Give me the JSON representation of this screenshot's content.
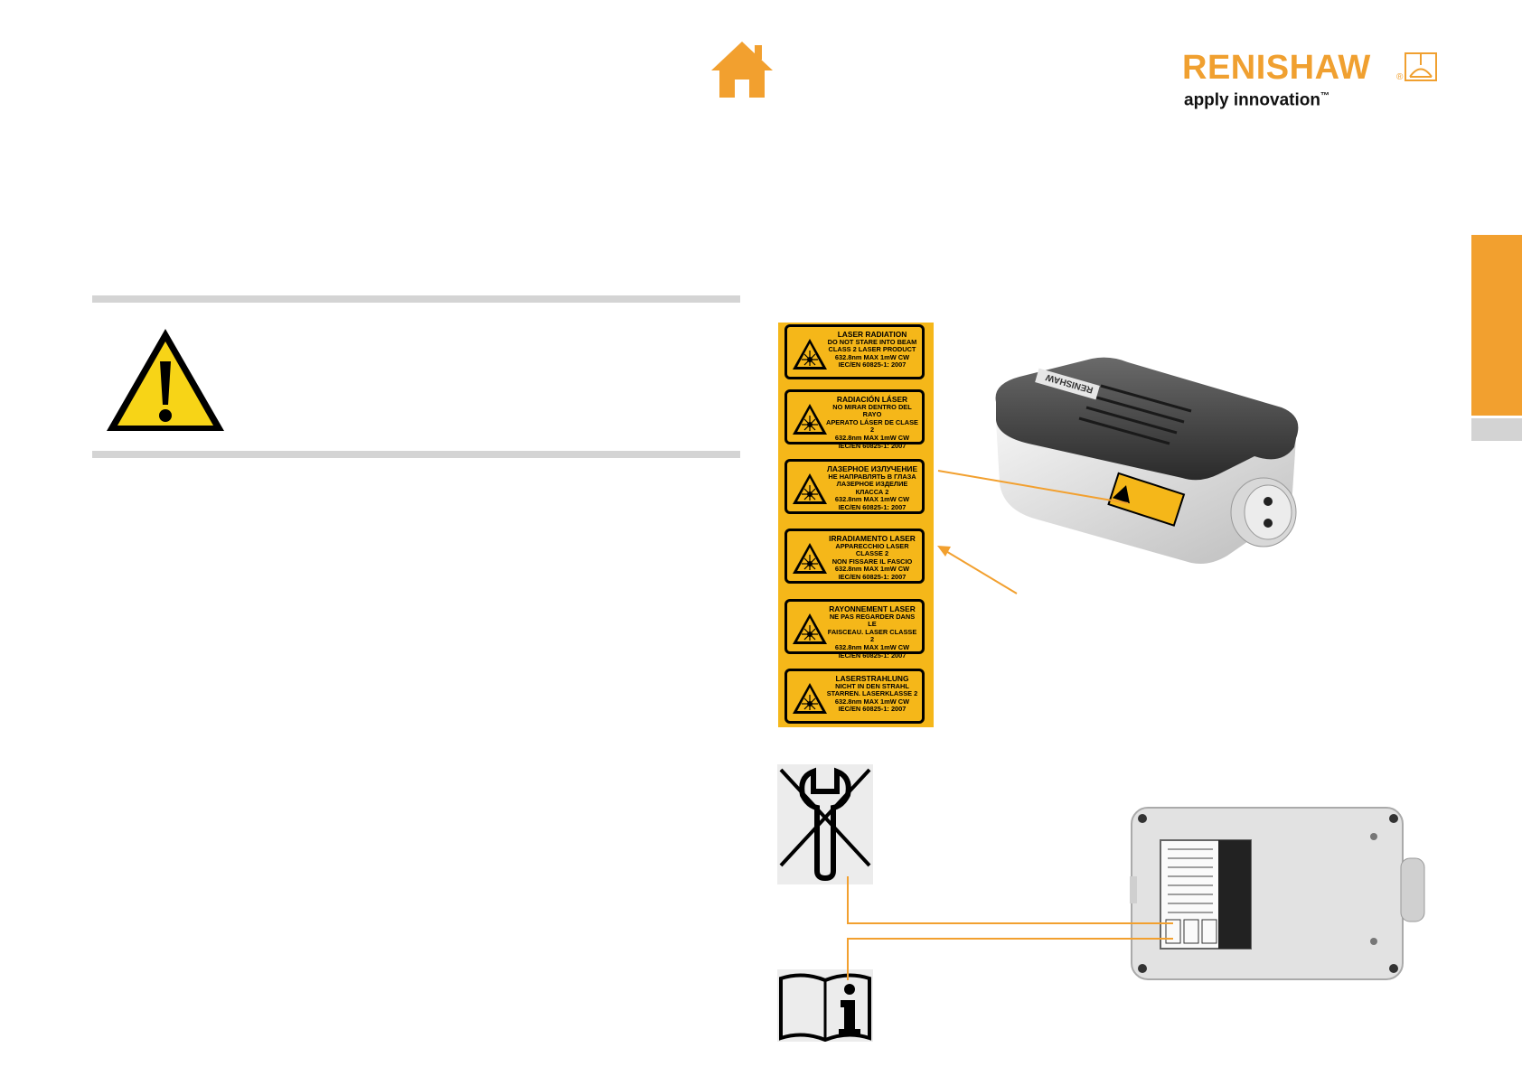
{
  "header": {
    "home_icon": "home-icon",
    "logo_text": "RENISHAW",
    "logo_reg": "®",
    "logo_tagline": "apply innovation",
    "logo_tm": "™"
  },
  "colors": {
    "accent_orange": "#f2a02f",
    "label_yellow": "#f5b719",
    "rule_grey": "#d4d4d4"
  },
  "warning_panel": {
    "icon": "warning-triangle-icon"
  },
  "laser_labels": [
    {
      "lines": [
        "LASER RADIATION",
        "DO NOT STARE INTO BEAM",
        "CLASS 2 LASER PRODUCT",
        "632.8nm       MAX 1mW CW",
        "IEC/EN 60825-1: 2007"
      ]
    },
    {
      "lines": [
        "RADIACIÓN LÁSER",
        "NO MIRAR DENTRO DEL RAYO",
        "APERATO LÁSER DE CLASE 2",
        "632.8nm     MAX 1mW CW",
        "IEC/EN 60825-1: 2007"
      ]
    },
    {
      "lines": [
        "ЛАЗЕРНОЕ ИЗЛУЧЕНИЕ",
        "НЕ НАПРАВЛЯТЬ В ГЛАЗА",
        "ЛАЗЕРНОЕ ИЗДЕЛИЕ КЛАССА 2",
        "632.8nm      MAX 1mW CW",
        "IEC/EN 60825-1: 2007"
      ]
    },
    {
      "lines": [
        "IRRADIAMENTO LASER",
        "APPARECCHIO LASER CLASSE 2",
        "NON FISSARE IL FASCIO",
        "632.8nm      MAX 1mW CW",
        "IEC/EN 60825-1: 2007"
      ]
    },
    {
      "lines": [
        "RAYONNEMENT LASER",
        "NE PAS REGARDER DANS LE",
        "FAISCEAU. LASER CLASSE 2",
        "632.8nm      MAX 1mW CW",
        "IEC/EN 60825-1: 2007"
      ]
    },
    {
      "lines": [
        "LASERSTRAHLUNG",
        "NICHT IN DEN STRAHL",
        "STARREN. LASERKLASSE 2",
        "632.8nm      MAX 1mW CW",
        "IEC/EN 60825-1: 2007"
      ]
    }
  ],
  "symbols": {
    "no_service": "no-user-serviceable-parts-icon",
    "manual": "read-manual-icon"
  },
  "device": {
    "top_brand": "RENISHAW"
  }
}
